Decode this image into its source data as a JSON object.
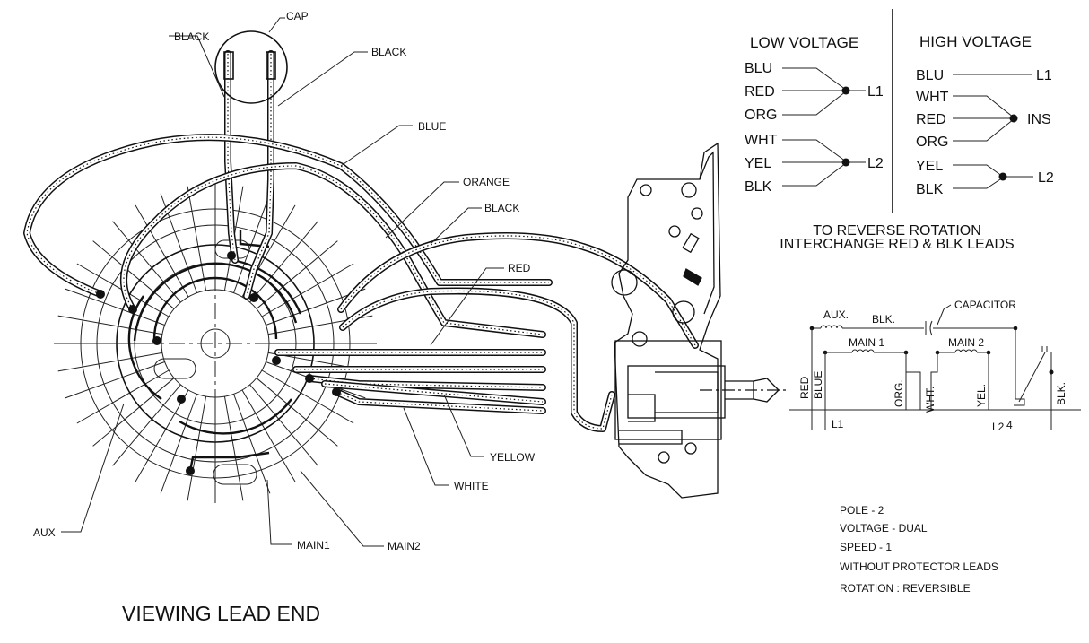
{
  "labels": {
    "cap": "CAP",
    "black_1": "BLACK",
    "black_2": "BLACK",
    "blue": "BLUE",
    "orange": "ORANGE",
    "black_3": "BLACK",
    "red": "RED",
    "yellow": "YELLOW",
    "white": "WHITE",
    "aux": "AUX",
    "main1": "MAIN1",
    "main2": "MAIN2",
    "viewing": "VIEWING LEAD END"
  },
  "low_voltage": {
    "title": "LOW VOLTAGE",
    "group1": [
      "BLU",
      "RED",
      "ORG"
    ],
    "group1_terminal": "L1",
    "group2": [
      "WHT",
      "YEL",
      "BLK"
    ],
    "group2_terminal": "L2"
  },
  "high_voltage": {
    "title": "HIGH VOLTAGE",
    "single": "BLU",
    "single_terminal": "L1",
    "group1": [
      "WHT",
      "RED",
      "ORG"
    ],
    "group1_terminal": "INS",
    "group2": [
      "YEL",
      "BLK"
    ],
    "group2_terminal": "L2"
  },
  "reverse_note": {
    "line1": "TO REVERSE ROTATION",
    "line2": "INTERCHANGE RED & BLK LEADS"
  },
  "schematic": {
    "capacitor": "CAPACITOR",
    "aux": "AUX.",
    "blk_top": "BLK.",
    "main1": "MAIN 1",
    "main2": "MAIN 2",
    "red": "RED",
    "blue": "BLUE",
    "org": "ORG.",
    "wht": "WHT.",
    "yel": "YEL.",
    "blk": "BLK.",
    "l1": "L1",
    "l2": "L2",
    "four": "4"
  },
  "specs": [
    "POLE - 2",
    "VOLTAGE - DUAL",
    "SPEED - 1",
    "WITHOUT PROTECTOR LEADS",
    "ROTATION : REVERSIBLE"
  ]
}
